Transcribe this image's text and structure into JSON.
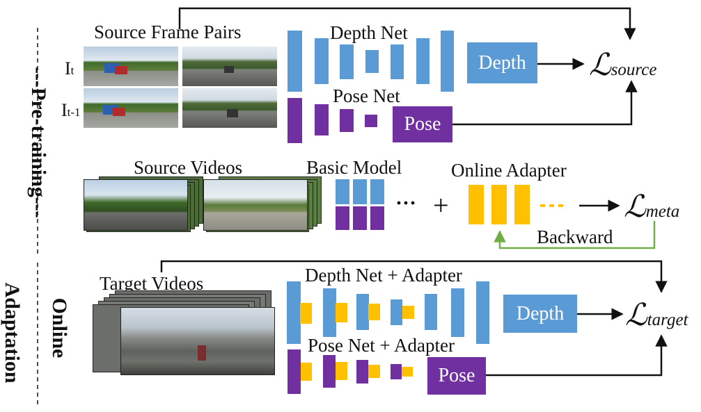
{
  "side_labels": {
    "pretraining": "---Pre-training---",
    "online": "Online",
    "adaptation": "Adaptation"
  },
  "pretraining_row": {
    "source_frame_pairs": "Source Frame Pairs",
    "frame_it": "I",
    "frame_it_sub": "t",
    "frame_it1": "I",
    "frame_it1_sub": "t-1",
    "depth_net": "Depth Net",
    "pose_net": "Pose Net",
    "depth_box": "Depth",
    "pose_box": "Pose",
    "loss_symbol": "ℒ",
    "loss_sub": "source"
  },
  "meta_row": {
    "source_videos": "Source Videos",
    "basic_model": "Basic Model",
    "ellipsis": "···",
    "plus": "+",
    "online_adapter": "Online Adapter",
    "ellipsis_orange": "···",
    "loss_symbol": "ℒ",
    "loss_sub": "meta",
    "backward": "Backward"
  },
  "adaptation_row": {
    "target_videos": "Target Videos",
    "depth_net_adapter": "Depth Net + Adapter",
    "pose_net_adapter": "Pose Net + Adapter",
    "depth_box": "Depth",
    "pose_box": "Pose",
    "loss_symbol": "ℒ",
    "loss_sub": "target"
  },
  "colors": {
    "blue": "#5b9bd5",
    "purple": "#7030a0",
    "orange": "#ffc000",
    "green": "#70ad47",
    "arrow": "#111111"
  }
}
